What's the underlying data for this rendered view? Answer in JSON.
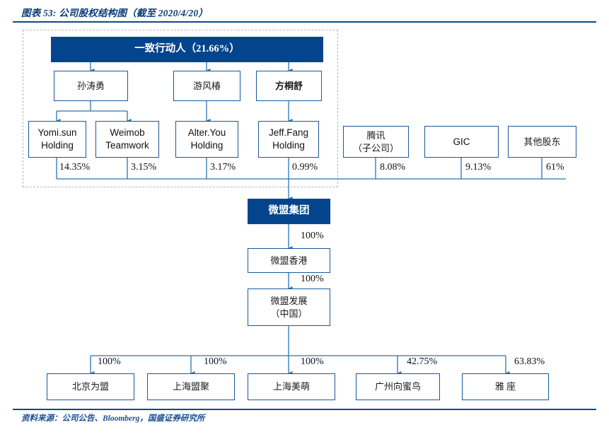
{
  "figure": {
    "title": "图表 53: 公司股权结构图（截至 2020/4/20）",
    "source": "资料来源：公司公告、Bloomberg，国盛证券研究所",
    "accent_color": "#03448C",
    "line_color": "#17599c",
    "dashed_color": "#b6b6b6"
  },
  "concert_party": {
    "label": "一致行动人（21.66%）",
    "persons": [
      {
        "name": "孙涛勇"
      },
      {
        "name": "游风椿"
      },
      {
        "name": "方桐舒"
      }
    ],
    "holdings": [
      {
        "line1": "Yomi.sun",
        "line2": "Holding",
        "pct": "14.35%"
      },
      {
        "line1": "Weimob",
        "line2": "Teamwork",
        "pct": "3.15%"
      },
      {
        "line1": "Alter.You",
        "line2": "Holding",
        "pct": "3.17%"
      },
      {
        "line1": "Jeff.Fang",
        "line2": "Holding",
        "pct": "0.99%"
      }
    ]
  },
  "other_shareholders": [
    {
      "line1": "腾讯",
      "line2": "（子公司）",
      "pct": "8.08%"
    },
    {
      "line1": "GIC",
      "line2": "",
      "pct": "9.13%"
    },
    {
      "line1": "其他股东",
      "line2": "",
      "pct": "61%"
    }
  ],
  "chain": [
    {
      "name": "微盟集团",
      "name2": "",
      "pct_below": "100%",
      "style": "solid"
    },
    {
      "name": "微盟香港",
      "name2": "",
      "pct_below": "100%",
      "style": "outline"
    },
    {
      "name": "微盟发展",
      "name2": "（中国）",
      "pct_below": "",
      "style": "outline"
    }
  ],
  "subsidiaries": [
    {
      "name": "北京为盟",
      "pct": "100%"
    },
    {
      "name": "上海盟聚",
      "pct": "100%"
    },
    {
      "name": "上海美萌",
      "pct": "100%"
    },
    {
      "name": "广州向蜜鸟",
      "pct": "42.75%"
    },
    {
      "name": "雅 座",
      "pct": "63.83%"
    }
  ]
}
